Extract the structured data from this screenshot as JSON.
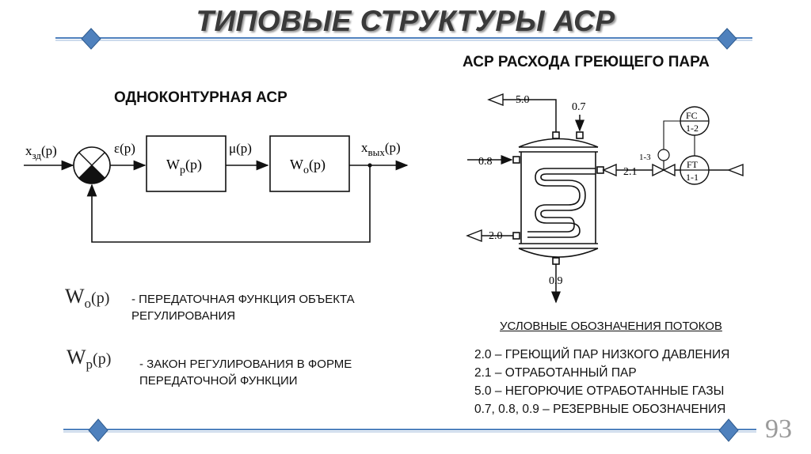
{
  "title": "ТИПОВЫЕ СТРУКТУРЫ АСР",
  "left_header": "ОДНОКОНТУРНАЯ АСР",
  "right_header": "АСР РАСХОДА ГРЕЮЩЕГО ПАРА",
  "block_diagram": {
    "input_label": "x",
    "input_sub": "зд",
    "input_arg": "(p)",
    "error_label": "ε(p)",
    "controller_label": "W",
    "controller_sub": "p",
    "controller_arg": "(p)",
    "control_signal_label": "μ(p)",
    "object_label": "W",
    "object_sub": "o",
    "object_arg": "(p)",
    "output_label": "x",
    "output_sub": "вых",
    "output_arg": "(p)"
  },
  "definitions": [
    {
      "symbol": "W",
      "sub": "o",
      "arg": "(p)",
      "text": "- ПЕРЕДАТОЧНАЯ ФУНКЦИЯ ОБЪЕКТА РЕГУЛИРОВАНИЯ"
    },
    {
      "symbol": "W",
      "sub": "p",
      "arg": "(p)",
      "text": "- ЗАКОН РЕГУЛИРОВАНИЯ В ФОРМЕ ПЕРЕДАТОЧНОЙ ФУНКЦИИ"
    }
  ],
  "pid": {
    "stream_5_0": "5.0",
    "stream_0_7": "0.7",
    "stream_0_8": "0.8",
    "stream_2_1": "2.1",
    "stream_2_0": "2.0",
    "stream_0_9": "0.9",
    "fc_top": "FC",
    "fc_bottom": "1-2",
    "ft_top": "FT",
    "ft_bottom": "1-1",
    "valve_tag": "1-3"
  },
  "legend": {
    "title": "УСЛОВНЫЕ ОБОЗНАЧЕНИЯ ПОТОКОВ",
    "items": [
      "2.0 – ГРЕЮЩИЙ ПАР НИЗКОГО ДАВЛЕНИЯ",
      "2.1 – ОТРАБОТАННЫЙ ПАР",
      "5.0 – НЕГОРЮЧИЕ ОТРАБОТАННЫЕ ГАЗЫ",
      "0.7, 0.8, 0.9 – РЕЗЕРВНЫЕ ОБОЗНАЧЕНИЯ"
    ]
  },
  "page_number": "93",
  "colors": {
    "rule_line": "#4f81bd",
    "diamond_fill": "#4f81bd",
    "title_color": "#3a3a3a",
    "page_number_color": "#9a9a9a"
  }
}
